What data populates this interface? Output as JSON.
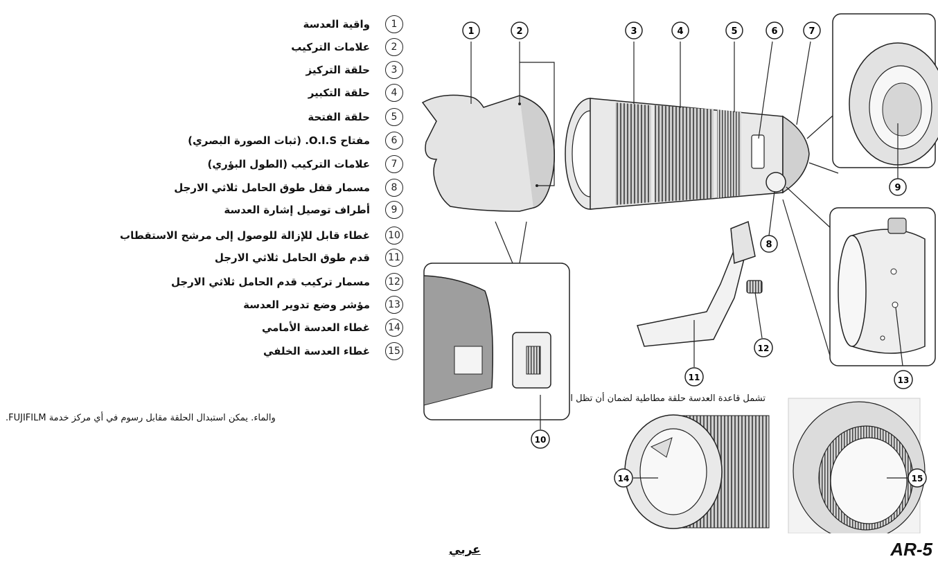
{
  "parts": [
    {
      "num": "1",
      "label": "واقية العدسة"
    },
    {
      "num": "2",
      "label": "علامات التركيب"
    },
    {
      "num": "3",
      "label": "حلقة التركيز"
    },
    {
      "num": "4",
      "label": "حلقة التكبير"
    },
    {
      "num": "5",
      "label": "حلقة الفتحة"
    },
    {
      "num": "6",
      "label": "مفتاح O.I.S. (ثبات الصورة البصري)"
    },
    {
      "num": "7",
      "label": "علامات التركيب (الطول البؤري)"
    },
    {
      "num": "8",
      "label": "مسمار قفل طوق الحامل ثلاثي الارجل"
    },
    {
      "num": "9",
      "label": "أطراف توصيل إشارة العدسة"
    },
    {
      "num": "10",
      "label": "غطاء قابل للإزالة للوصول إلى مرشح الاستقطاب"
    },
    {
      "num": "11",
      "label": "قدم طوق الحامل ثلاثي الارجل"
    },
    {
      "num": "12",
      "label": "مسمار تركيب قدم الحامل ثلاثي الارجل"
    },
    {
      "num": "13",
      "label": "مؤشر وضع تدوير العدسة"
    },
    {
      "num": "14",
      "label": "غطاء العدسة الأمامي"
    },
    {
      "num": "15",
      "label": "غطاء العدسة الخلفي"
    }
  ],
  "note_line1": "تشمل قاعدة العدسة حلقة مطاطية لضمان أن تظل العدسة مقاومة للغبار",
  "note_line2": "والماء. يمكن استبدال الحلقة مقابل رسوم في أي مركز خدمة FUJIFILM.",
  "footer_language": "عربي",
  "page_number": "AR-5",
  "callouts": [
    "1",
    "2",
    "3",
    "4",
    "5",
    "6",
    "7",
    "8",
    "9",
    "10",
    "11",
    "12",
    "13",
    "14",
    "15"
  ]
}
